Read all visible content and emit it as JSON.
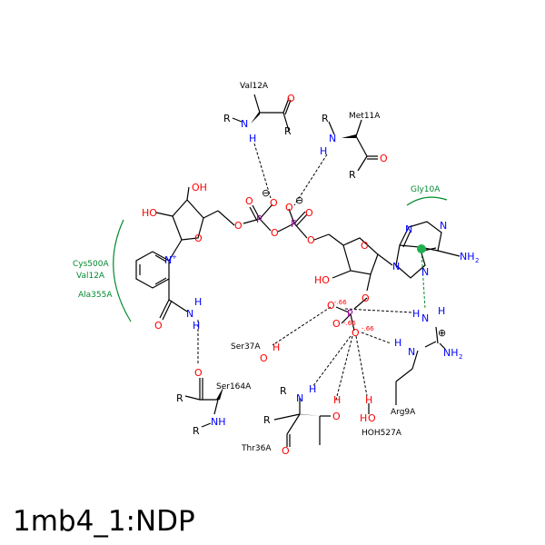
{
  "title": "1mb4_1:NDP",
  "colors": {
    "carbon": "#000000",
    "oxygen": "#ff0000",
    "nitrogen": "#0000ff",
    "phosphorus": "#a000a0",
    "hydrophobic": "#008a2e"
  },
  "residues": {
    "val12a": "Val12A",
    "met11a": "Met11A",
    "gly10a": "Gly10A",
    "ser37a": "Ser37A",
    "ser164a": "Ser164A",
    "thr36a": "Thr36A",
    "arg9a": "Arg9A",
    "hoh527a": "HOH527A"
  },
  "hydrophobic_contacts": {
    "left_group": [
      "Cys500A",
      "Val12A",
      "Ala355A"
    ],
    "gly10a": "Gly10A"
  },
  "charges": {
    "partial_1": "-.66",
    "partial_2": "-.66",
    "partial_3": "-.66"
  }
}
